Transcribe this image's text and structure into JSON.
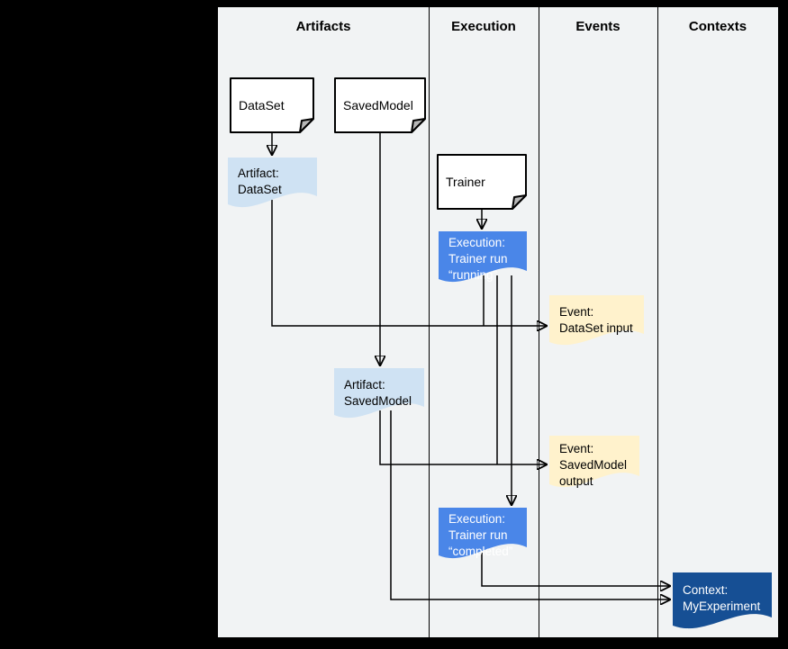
{
  "columns": [
    {
      "label": "Artifacts"
    },
    {
      "label": "Execution"
    },
    {
      "label": "Events"
    },
    {
      "label": "Contexts"
    }
  ],
  "nodes": {
    "dataset": {
      "label": "DataSet",
      "kind": "source"
    },
    "savedmodel": {
      "label": "SavedModel",
      "kind": "source"
    },
    "trainer": {
      "label": "Trainer",
      "kind": "source"
    },
    "artifact_dataset": {
      "lines": [
        "Artifact:",
        "DataSet"
      ],
      "kind": "artifact"
    },
    "execution_running": {
      "lines": [
        "Execution:",
        "Trainer run",
        "“running”"
      ],
      "kind": "execution"
    },
    "event_dataset_input": {
      "lines": [
        "Event:",
        "DataSet input"
      ],
      "kind": "event"
    },
    "artifact_savedmodel": {
      "lines": [
        "Artifact:",
        "SavedModel"
      ],
      "kind": "artifact"
    },
    "event_savedmodel_output": {
      "lines": [
        "Event:",
        "SavedModel",
        "output"
      ],
      "kind": "event"
    },
    "execution_completed": {
      "lines": [
        "Execution:",
        "Trainer run",
        "“completed”"
      ],
      "kind": "execution"
    },
    "context_myexperiment": {
      "lines": [
        "Context:",
        "MyExperiment"
      ],
      "kind": "context"
    }
  },
  "edges": [
    {
      "from": "DataSet",
      "to": "Artifact: DataSet"
    },
    {
      "from": "SavedModel",
      "to": "Artifact: SavedModel"
    },
    {
      "from": "Trainer",
      "to": "Execution: Trainer run “running”"
    },
    {
      "from": "Artifact: DataSet",
      "to": "Event: DataSet input"
    },
    {
      "from": "Execution: Trainer run “running”",
      "to": "Event: DataSet input"
    },
    {
      "from": "Execution: Trainer run “running”",
      "to": "Event: SavedModel output"
    },
    {
      "from": "Execution: Trainer run “running”",
      "to": "Execution: Trainer run “completed”"
    },
    {
      "from": "Artifact: SavedModel",
      "to": "Event: SavedModel output"
    },
    {
      "from": "Artifact: SavedModel",
      "to": "Context: MyExperiment"
    },
    {
      "from": "Execution: Trainer run “completed”",
      "to": "Context: MyExperiment"
    }
  ],
  "colors": {
    "outer_bg": "#000000",
    "canvas_bg": "#f1f3f4",
    "line": "#000000",
    "note_fill": "#ffffff",
    "note_fold": "#b7b7b7",
    "artifact_fill": "#cfe2f3",
    "execution_fill": "#4a86e8",
    "event_fill": "#fff2cc",
    "context_fill": "#164f94",
    "text_dark": "#000000",
    "text_light": "#ffffff"
  }
}
